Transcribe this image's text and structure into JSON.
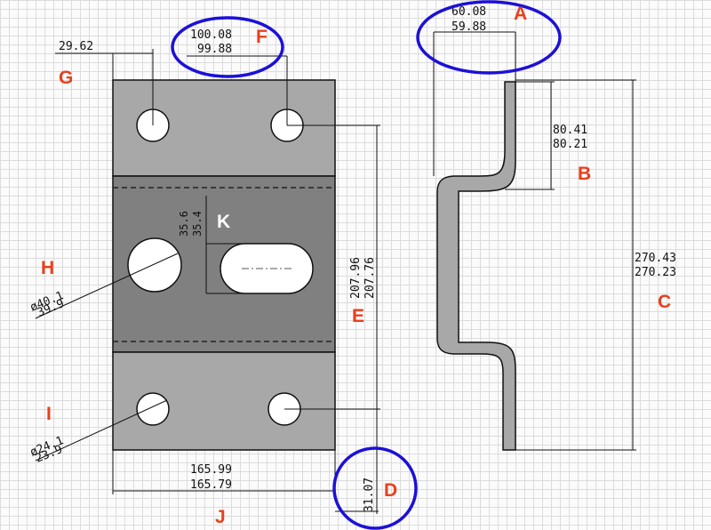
{
  "colors": {
    "label_red": "#e8401c",
    "circle_blue": "#1c10d8",
    "plate_gray": "#a8a8a8",
    "band_gray": "#808080",
    "line": "#111111"
  },
  "labels": {
    "a": "A",
    "b": "B",
    "c": "C",
    "d": "D",
    "e": "E",
    "f": "F",
    "g": "G",
    "h": "H",
    "i": "I",
    "j": "J",
    "k": "K"
  },
  "dims": {
    "a_upper": "60.08",
    "a_lower": "59.88",
    "b_upper": "80.41",
    "b_lower": "80.21",
    "c_upper": "270.43",
    "c_lower": "270.23",
    "d_value": "31.07",
    "e_upper": "207.96",
    "e_lower": "207.76",
    "f_upper": "100.08",
    "f_lower": "99.88",
    "g_value": "29.62",
    "h_upper": "ø40.1",
    "h_lower": "39.9",
    "i_upper": "ø24.1",
    "i_lower": "23.9",
    "j_upper": "165.99",
    "j_lower": "165.79",
    "k_upper": "35.6",
    "k_lower": "35.4"
  }
}
